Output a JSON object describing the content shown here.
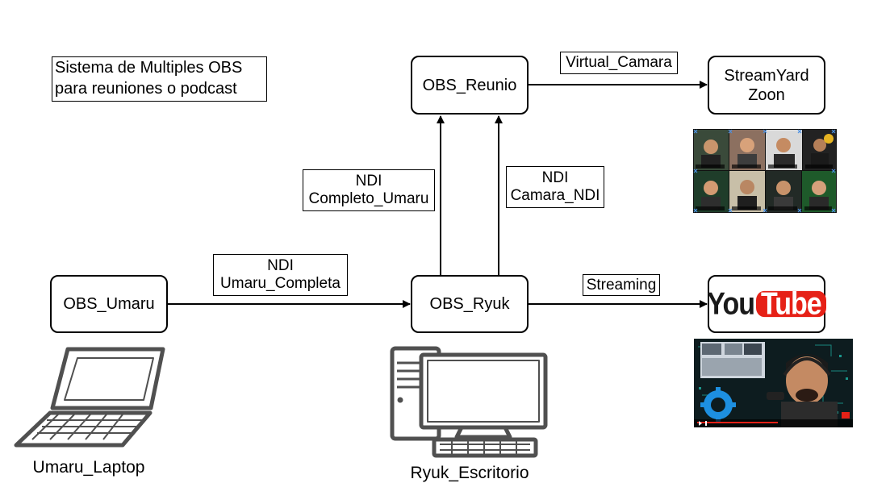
{
  "title": {
    "line1": "Sistema de Multiples OBS",
    "line2": "para reuniones o podcast"
  },
  "nodes": {
    "obs_reunio": "OBS_Reunio",
    "streamyard": {
      "line1": "StreamYard",
      "line2": "Zoon"
    },
    "obs_umaru": "OBS_Umaru",
    "obs_ryuk": "OBS_Ryuk",
    "youtube": {
      "you": "You",
      "tube": "Tube"
    }
  },
  "edge_labels": {
    "virtual_camara": "Virtual_Camara",
    "ndi_completo": {
      "line1": "NDI",
      "line2": "Completo_Umaru"
    },
    "ndi_camara": {
      "line1": "NDI",
      "line2": "Camara_NDI"
    },
    "ndi_umaru": {
      "line1": "NDI",
      "line2": "Umaru_Completa"
    },
    "streaming": "Streaming"
  },
  "devices": {
    "laptop_caption": "Umaru_Laptop",
    "desktop_caption": "Ryuk_Escritorio"
  },
  "icons": [
    "laptop-icon",
    "desktop-computer-icon",
    "youtube-logo",
    "video-call-screenshot",
    "stream-screenshot"
  ],
  "colors": {
    "youtube_red": "#e62117",
    "device_gray": "#505050"
  }
}
